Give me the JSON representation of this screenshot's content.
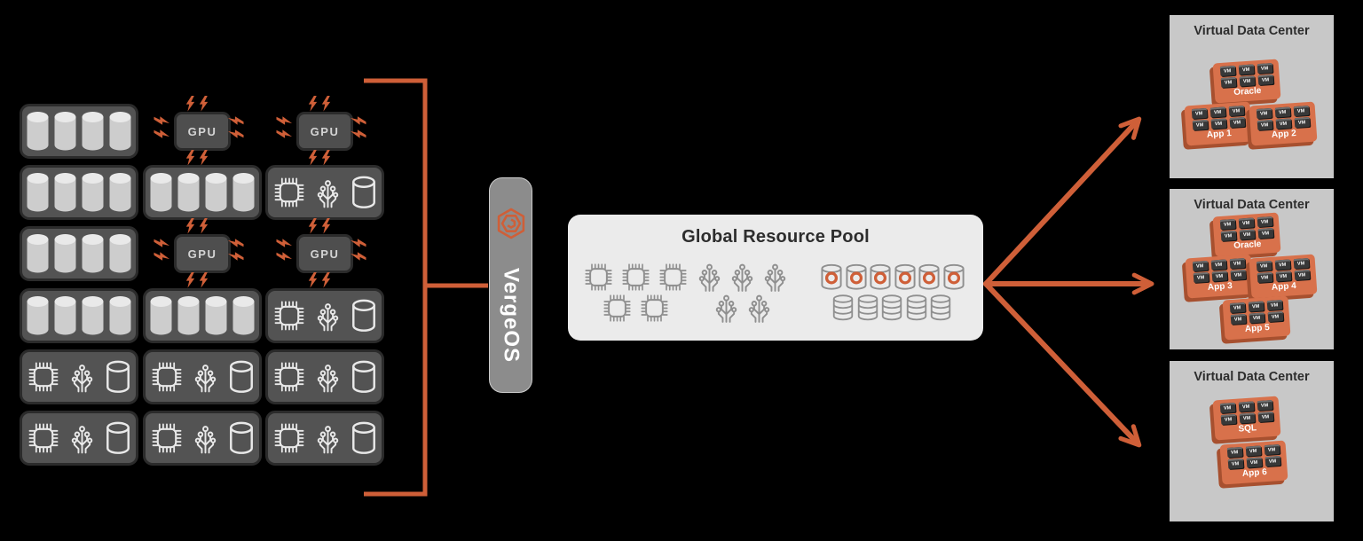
{
  "colors": {
    "background": "#000000",
    "orange": "#cf5f38",
    "orange_tile": "#d8714b",
    "orange_tile_edge": "#a7502f",
    "panel_light": "#ebebeb",
    "panel_vdc": "#c8c8c8",
    "box_fill": "#535353",
    "box_border": "#2b2b2b",
    "gpu_fill": "#4e4e4e",
    "bar_fill": "#8c8c8c",
    "cube_fill": "#383838",
    "icon_white": "#e9e9e9",
    "icon_gray": "#8f8f8f",
    "text_dark": "#2d2d2d",
    "text_light": "#ffffff"
  },
  "hardware_grid": {
    "gpu_label": "GPU",
    "storage_cylinders_per_box": 4,
    "rows": [
      [
        "storage",
        "gpu",
        "gpu"
      ],
      [
        "storage",
        "storage",
        "node"
      ],
      [
        "storage",
        "gpu",
        "gpu"
      ],
      [
        "storage",
        "storage",
        "node"
      ],
      [
        "node",
        "node",
        "node"
      ],
      [
        "node",
        "node",
        "node"
      ]
    ],
    "icons": {
      "storage": "storage-cylinder-icon",
      "node": [
        "cpu-chip-icon",
        "circuit-icon",
        "database-cylinder-icon"
      ],
      "gpu": "lightning-bolt-icon"
    }
  },
  "vergeos": {
    "label": "VergeOS",
    "logo_icon": "vergeos-hex-logo-icon"
  },
  "pool": {
    "title": "Global Resource Pool",
    "groups": [
      {
        "name": "compute",
        "icon": "cpu-chip-icon",
        "count": 5
      },
      {
        "name": "network",
        "icon": "circuit-icon",
        "count": 5
      },
      {
        "name": "storage-disks",
        "icon": "disk-ring-icon",
        "count": 6
      },
      {
        "name": "storage-stacks",
        "icon": "disk-stack-icon",
        "count": 5
      }
    ]
  },
  "vm_label": "VM",
  "vdcs": [
    {
      "title": "Virtual Data Center",
      "tiles": [
        {
          "label": "Oracle"
        },
        {
          "label": "App 1"
        },
        {
          "label": "App 2"
        }
      ]
    },
    {
      "title": "Virtual Data Center",
      "tiles": [
        {
          "label": "Oracle"
        },
        {
          "label": "App 3"
        },
        {
          "label": "App 4"
        },
        {
          "label": "App 5"
        }
      ]
    },
    {
      "title": "Virtual Data Center",
      "tiles": [
        {
          "label": "SQL"
        },
        {
          "label": "App 6"
        }
      ]
    }
  ]
}
